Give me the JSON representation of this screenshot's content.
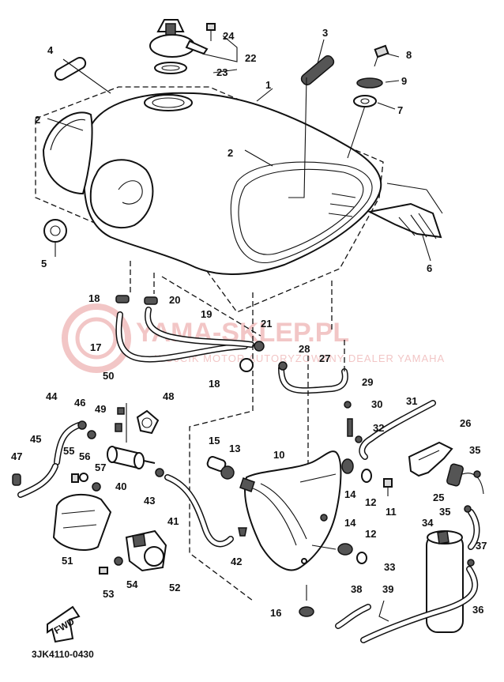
{
  "watermark": {
    "brand": "YAMA-SKLEP.PL",
    "tagline": "WOJCIK MOTOR AUTORYZOWANY DEALER YAMAHA",
    "color": "#f2c6c6"
  },
  "diagram_code": "3JK4110-0430",
  "direction_label": "FWD",
  "callouts": [
    "1",
    "2",
    "2",
    "3",
    "4",
    "5",
    "6",
    "7",
    "8",
    "9",
    "10",
    "11",
    "12",
    "12",
    "13",
    "14",
    "14",
    "15",
    "16",
    "17",
    "18",
    "18",
    "19",
    "20",
    "21",
    "22",
    "23",
    "24",
    "25",
    "26",
    "27",
    "28",
    "29",
    "30",
    "31",
    "32",
    "33",
    "34",
    "35",
    "35",
    "36",
    "37",
    "38",
    "39",
    "40",
    "41",
    "42",
    "43",
    "44",
    "45",
    "46",
    "47",
    "48",
    "49",
    "50",
    "51",
    "52",
    "53",
    "54",
    "55",
    "56",
    "57"
  ]
}
